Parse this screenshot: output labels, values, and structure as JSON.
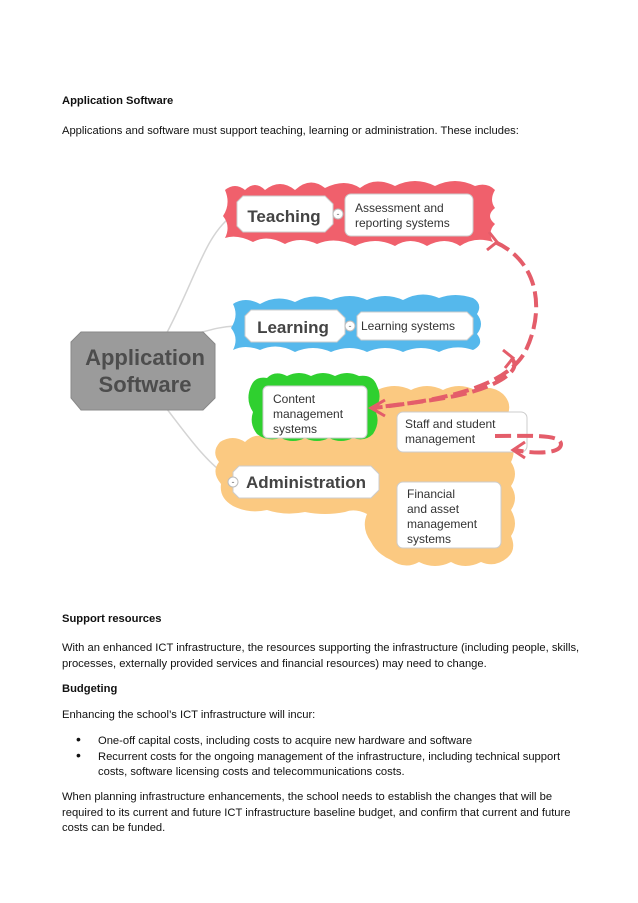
{
  "sections": {
    "app_software_heading": "Application Software",
    "app_software_intro": "Applications and software must support teaching, learning or administration. These includes:",
    "support_heading": "Support resources",
    "support_text": "With an enhanced ICT infrastructure, the resources supporting the infrastructure (including people, skills, processes, externally provided services and financial resources) may need to change.",
    "budget_heading": "Budgeting",
    "budget_intro": "Enhancing the school’s ICT infrastructure will incur:",
    "bullets": [
      "One-off capital costs, including costs to acquire new hardware and software",
      "Recurrent costs for the ongoing management of the infrastructure, including technical support costs, software licensing costs and telecommunications costs."
    ],
    "bullet_symbol": "•",
    "closing_text": "When planning infrastructure enhancements, the school needs to establish the changes that will be required to its current and future ICT infrastructure baseline budget, and confirm that current and future costs can be funded."
  },
  "mindmap": {
    "central": {
      "line1": "Application",
      "line2": "Software"
    },
    "teaching": {
      "label": "Teaching",
      "child_line1": "Assessment and",
      "child_line2": "reporting systems"
    },
    "learning": {
      "label": "Learning",
      "child": "Learning systems"
    },
    "administration": {
      "label": "Administration",
      "content_line1": "Content",
      "content_line2": "management",
      "content_line3": "systems",
      "staff_line1": "Staff and student",
      "staff_line2": "management",
      "financial_line1": "Financial",
      "financial_line2": "and asset",
      "financial_line3": "management",
      "financial_line4": "systems"
    },
    "collapse_symbol": "-",
    "colors": {
      "teaching": "#f0606c",
      "learning": "#55b8ec",
      "administration": "#fbc981",
      "content": "#2fd02f",
      "arrow": "#e45d6a",
      "central": "#9b9b9b"
    }
  }
}
